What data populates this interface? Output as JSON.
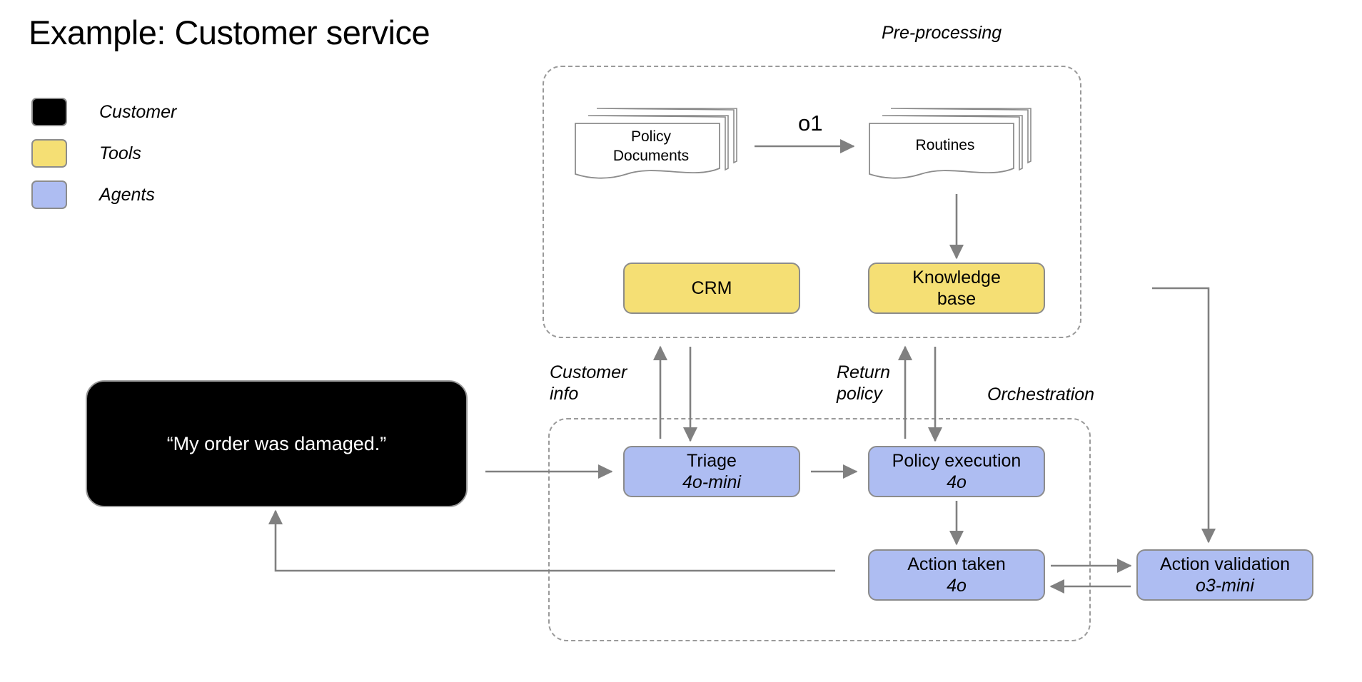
{
  "page": {
    "title": "Example: Customer service",
    "background": "#ffffff"
  },
  "legend": {
    "items": [
      {
        "label": "Customer",
        "color": "#000000",
        "swatch_name": "legend-swatch-customer"
      },
      {
        "label": "Tools",
        "color": "#F5DF74",
        "swatch_name": "legend-swatch-tools"
      },
      {
        "label": "Agents",
        "color": "#AEBDF2",
        "swatch_name": "legend-swatch-agents"
      }
    ]
  },
  "groups": {
    "preprocessing": {
      "label": "Pre-processing"
    },
    "orchestration": {
      "label": "Orchestration"
    }
  },
  "nodes": {
    "customer": {
      "text": "“My order was damaged.”"
    },
    "policy_documents": {
      "line1": "Policy",
      "line2": "Documents"
    },
    "routines": {
      "line1": "Routines",
      "line2": ""
    },
    "crm": {
      "title": "CRM",
      "model": ""
    },
    "knowledge_base": {
      "title": "Knowledge",
      "model": "base"
    },
    "triage": {
      "title": "Triage",
      "model": "4o-mini"
    },
    "policy_execution": {
      "title": "Policy execution",
      "model": "4o"
    },
    "action_taken": {
      "title": "Action taken",
      "model": "4o"
    },
    "action_validation": {
      "title": "Action validation",
      "model": "o3-mini"
    }
  },
  "edges": {
    "o1": "o1",
    "customer_info": "Customer\ninfo",
    "return_policy": "Return\npolicy"
  },
  "colors": {
    "tool_fill": "#F5DF74",
    "agent_fill": "#AEBDF2",
    "customer_fill": "#000000",
    "node_border": "#8c8c8c",
    "group_border": "#9a9a9a",
    "arrow": "#808080"
  }
}
